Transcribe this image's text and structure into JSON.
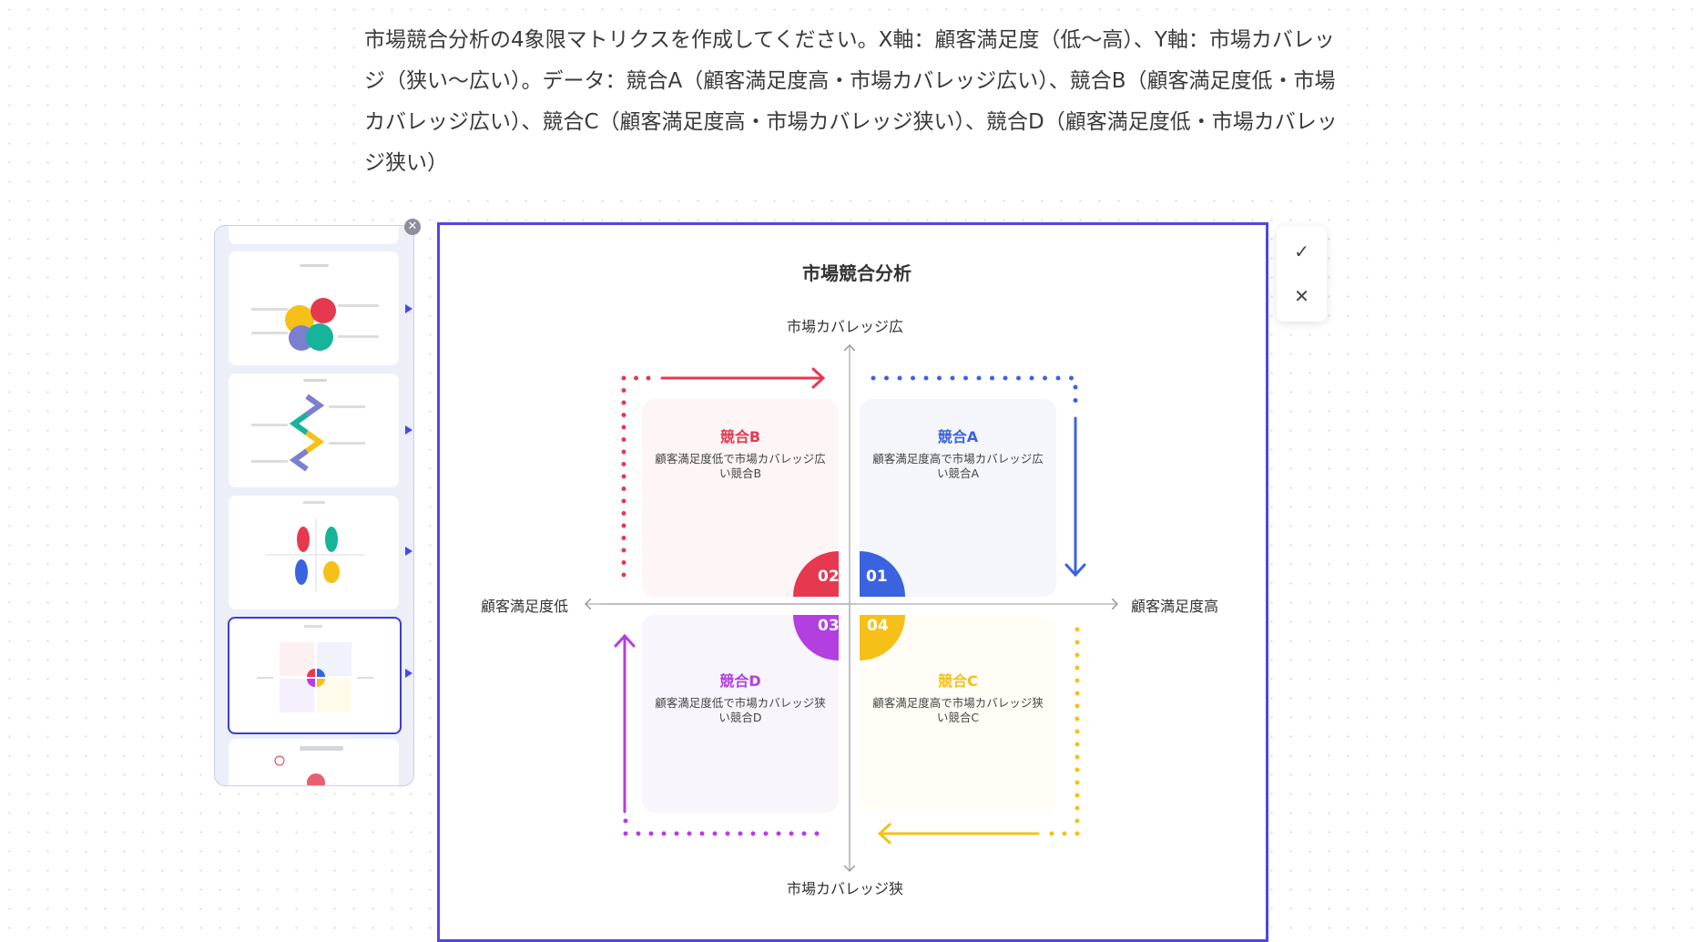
{
  "prompt": "市場競合分析の4象限マトリクスを作成してください。X軸：顧客満足度（低〜高）、Y軸：市場カバレッジ（狭い〜広い）。データ：競合A（顧客満足度高・市場カバレッジ広い）、競合B（顧客満足度低・市場カバレッジ広い）、競合C（顧客満足度高・市場カバレッジ狭い）、競合D（顧客満足度低・市場カバレッジ狭い）",
  "diagram": {
    "title": "市場競合分析",
    "y_top": "市場カバレッジ広",
    "y_bottom": "市場カバレッジ狭",
    "x_left": "顧客満足度低",
    "x_right": "顧客満足度高",
    "quadrants": {
      "a": {
        "num": "01",
        "name": "競合A",
        "desc": "顧客満足度高で市場カバレッジ広い競合A",
        "color": "#3b63e0",
        "bg": "#f4f6fc"
      },
      "b": {
        "num": "02",
        "name": "競合B",
        "desc": "顧客満足度低で市場カバレッジ広い競合B",
        "color": "#e63950",
        "bg": "#fdf5f6"
      },
      "d": {
        "num": "03",
        "name": "競合D",
        "desc": "顧客満足度低で市場カバレッジ狭い競合D",
        "color": "#b33fe0",
        "bg": "#f9f5fd"
      },
      "c": {
        "num": "04",
        "name": "競合C",
        "desc": "顧客満足度高で市場カバレッジ狭い競合C",
        "color": "#f5c118",
        "bg": "#fffdf5"
      }
    }
  },
  "actions": {
    "accept": "✓",
    "reject": "✕"
  },
  "sidebar": {
    "close": "✕",
    "selected_index": 4
  }
}
